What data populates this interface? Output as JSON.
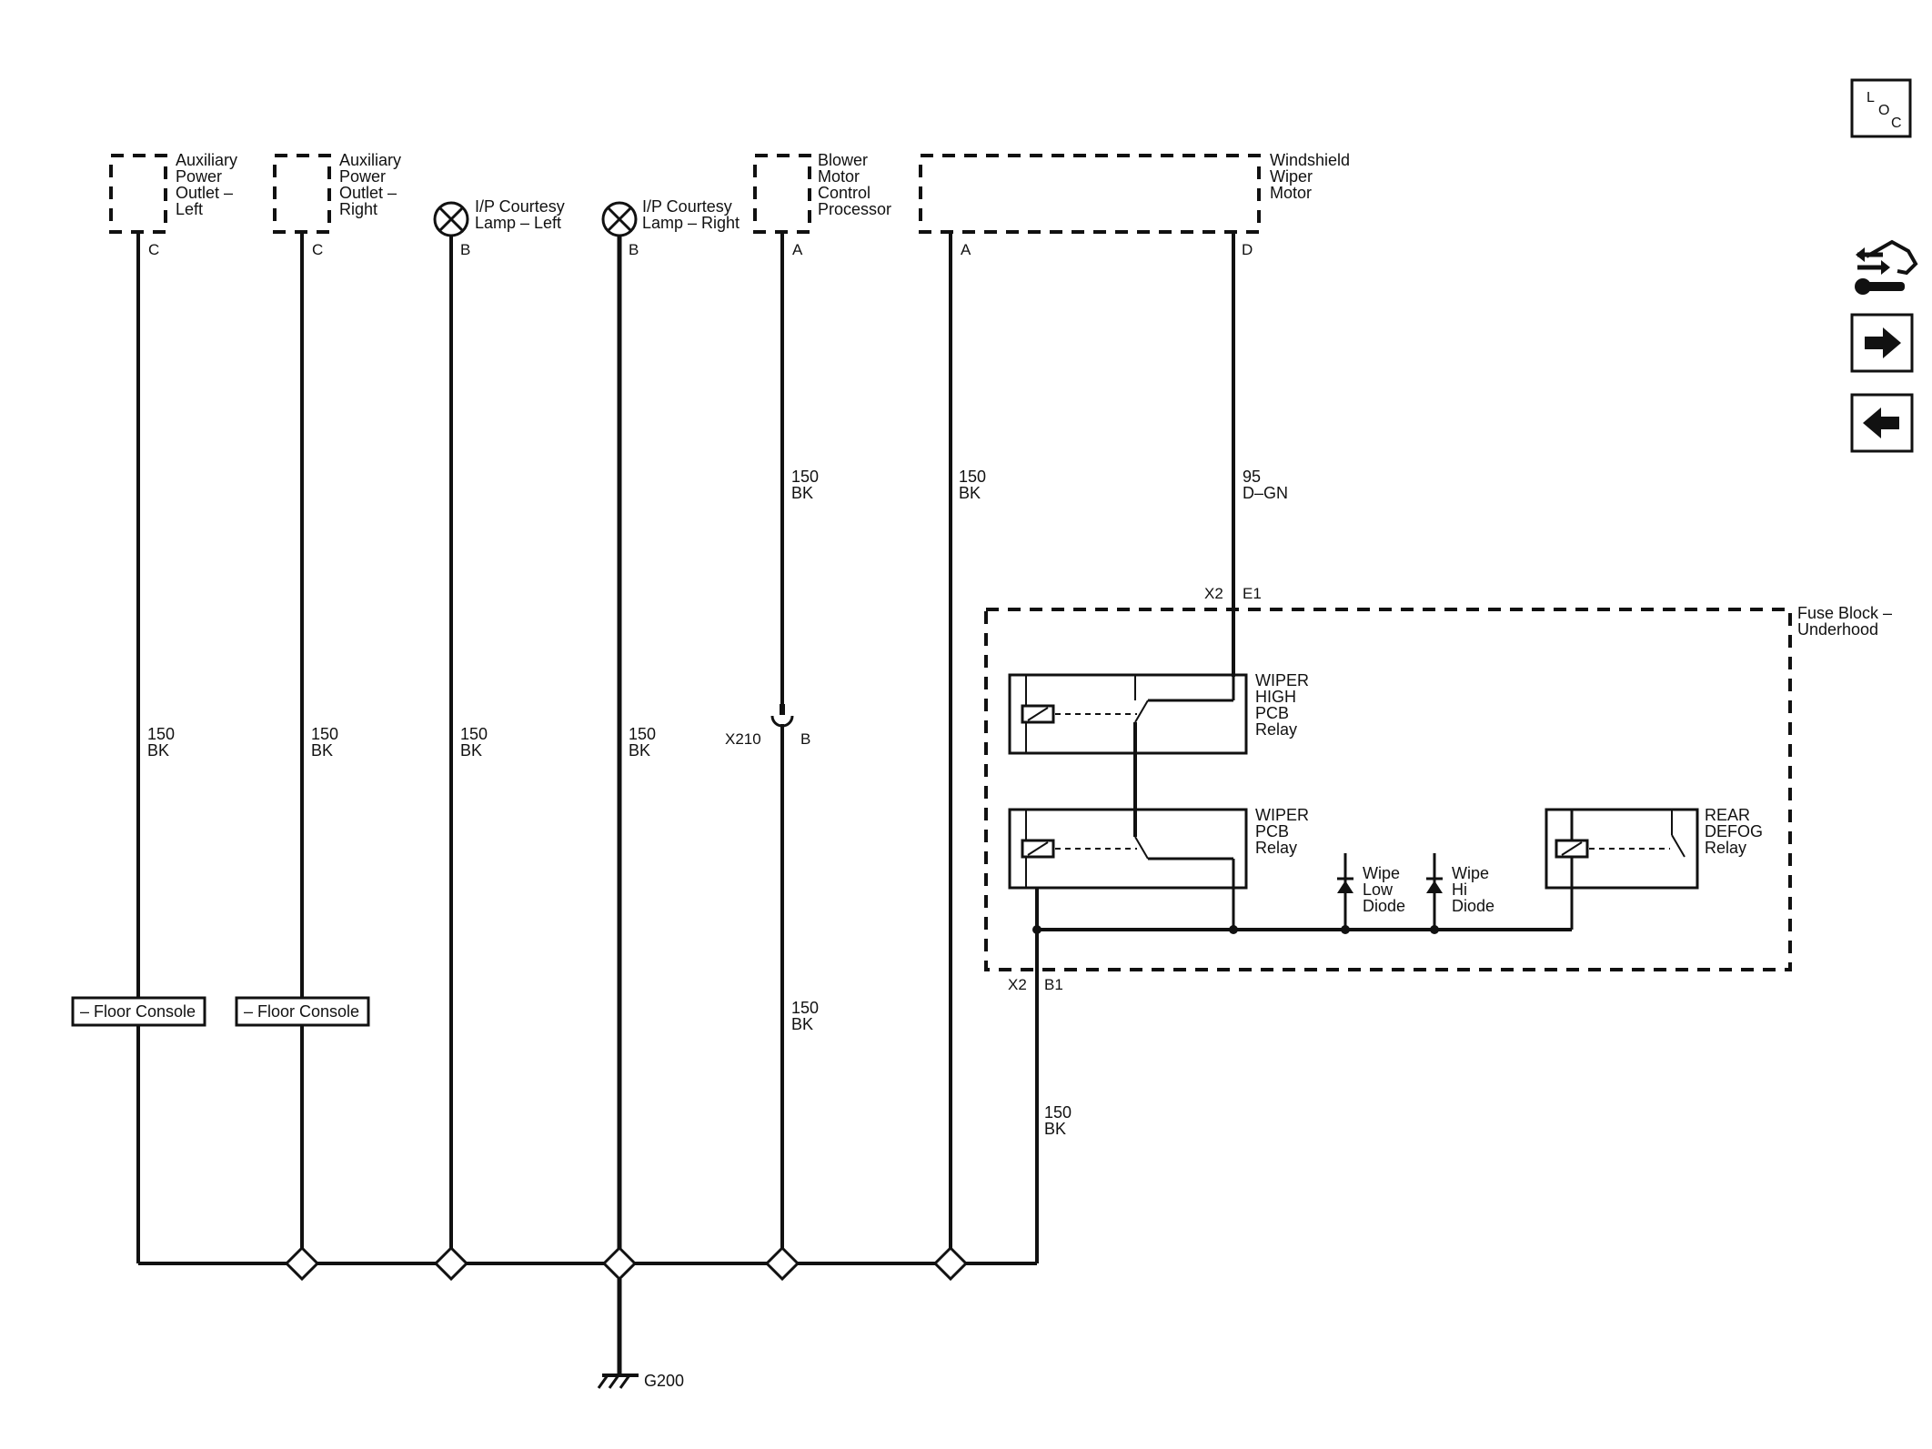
{
  "components": {
    "aux_left": [
      "Auxiliary",
      "Power",
      "Outlet –",
      "Left"
    ],
    "aux_right": [
      "Auxiliary",
      "Power",
      "Outlet –",
      "Right"
    ],
    "lamp_left": [
      "I/P Courtesy",
      "Lamp – Left"
    ],
    "lamp_right": [
      "I/P Courtesy",
      "Lamp – Right"
    ],
    "blower": [
      "Blower",
      "Motor",
      "Control",
      "Processor"
    ],
    "wiper_motor": [
      "Windshield",
      "Wiper",
      "Motor"
    ],
    "fuse_block": [
      "Fuse Block –",
      "Underhood"
    ],
    "wiper_high_relay": [
      "WIPER",
      "HIGH",
      "PCB",
      "Relay"
    ],
    "wiper_relay": [
      "WIPER",
      "PCB",
      "Relay"
    ],
    "rear_defog_relay": [
      "REAR",
      "DEFOG",
      "Relay"
    ],
    "wipe_low_diode": [
      "Wipe",
      "Low",
      "Diode"
    ],
    "wipe_hi_diode": [
      "Wipe",
      "Hi",
      "Diode"
    ]
  },
  "pins": {
    "aux_left": "C",
    "aux_right": "C",
    "lamp_left": "B",
    "lamp_right": "B",
    "blower": "A",
    "wiper_motor_a": "A",
    "wiper_motor_d": "D",
    "x2_top": "X2",
    "e1": "E1",
    "x2_bottom": "X2",
    "b1": "B1",
    "x210": "X210",
    "x210_b": "B"
  },
  "wires": {
    "w150bk": [
      "150",
      "BK"
    ],
    "w95dgn": [
      "95",
      "D–GN"
    ]
  },
  "floor_console": "– Floor Console",
  "ground": "G200",
  "nav": {
    "loc_icon": "loc-icon",
    "forward_icon": "arrow-right-icon",
    "back_icon": "arrow-left-icon",
    "connector_icon": "connector-tool-icon"
  }
}
